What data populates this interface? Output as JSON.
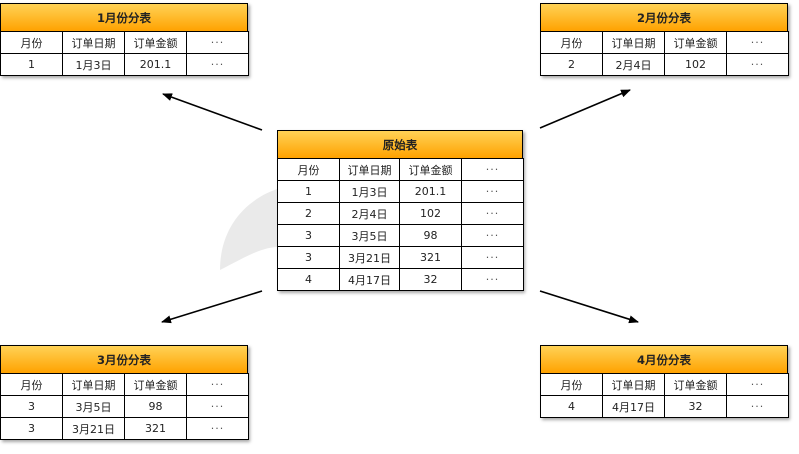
{
  "source_table": {
    "title": "原始表",
    "headers": [
      "月份",
      "订单日期",
      "订单金额",
      "···"
    ],
    "rows": [
      [
        "1",
        "1月3日",
        "201.1",
        "···"
      ],
      [
        "2",
        "2月4日",
        "102",
        "···"
      ],
      [
        "3",
        "3月5日",
        "98",
        "···"
      ],
      [
        "3",
        "3月21日",
        "321",
        "···"
      ],
      [
        "4",
        "4月17日",
        "32",
        "···"
      ]
    ]
  },
  "partition_tables": [
    {
      "title": "1月份分表",
      "headers": [
        "月份",
        "订单日期",
        "订单金额",
        "···"
      ],
      "rows": [
        [
          "1",
          "1月3日",
          "201.1",
          "···"
        ]
      ]
    },
    {
      "title": "2月份分表",
      "headers": [
        "月份",
        "订单日期",
        "订单金额",
        "···"
      ],
      "rows": [
        [
          "2",
          "2月4日",
          "102",
          "···"
        ]
      ]
    },
    {
      "title": "3月份分表",
      "headers": [
        "月份",
        "订单日期",
        "订单金额",
        "···"
      ],
      "rows": [
        [
          "3",
          "3月5日",
          "98",
          "···"
        ],
        [
          "3",
          "3月21日",
          "321",
          "···"
        ]
      ]
    },
    {
      "title": "4月份分表",
      "headers": [
        "月份",
        "订单日期",
        "订单金额",
        "···"
      ],
      "rows": [
        [
          "4",
          "4月17日",
          "32",
          "···"
        ]
      ]
    }
  ],
  "colors": {
    "header_gradient_top": "#ffd256",
    "header_gradient_bottom": "#ffa200",
    "border": "#000000",
    "arrow": "#000000"
  }
}
